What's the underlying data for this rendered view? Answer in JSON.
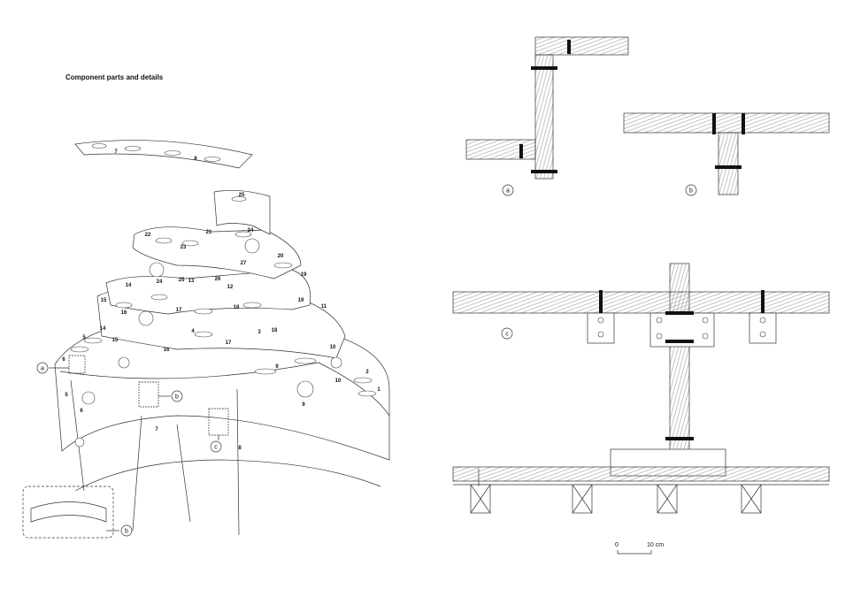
{
  "title": "Component parts and details",
  "part_labels": [
    "7",
    "8",
    "25",
    "22",
    "21",
    "23",
    "24",
    "27",
    "20",
    "19",
    "24",
    "25",
    "13",
    "26",
    "12",
    "14",
    "15",
    "19",
    "11",
    "16",
    "17",
    "18",
    "14",
    "5",
    "4",
    "3",
    "18",
    "15",
    "10",
    "16",
    "17",
    "6",
    "9",
    "2",
    "10",
    "1",
    "5",
    "6",
    "7",
    "9",
    "8"
  ],
  "callouts": {
    "iso_a": "a",
    "iso_b": "b",
    "iso_c": "c",
    "iso_b2": "b",
    "detail_a": "a",
    "detail_b": "b",
    "detail_c": "c"
  },
  "scale_bar": {
    "start": "0",
    "end": "10 cm"
  }
}
